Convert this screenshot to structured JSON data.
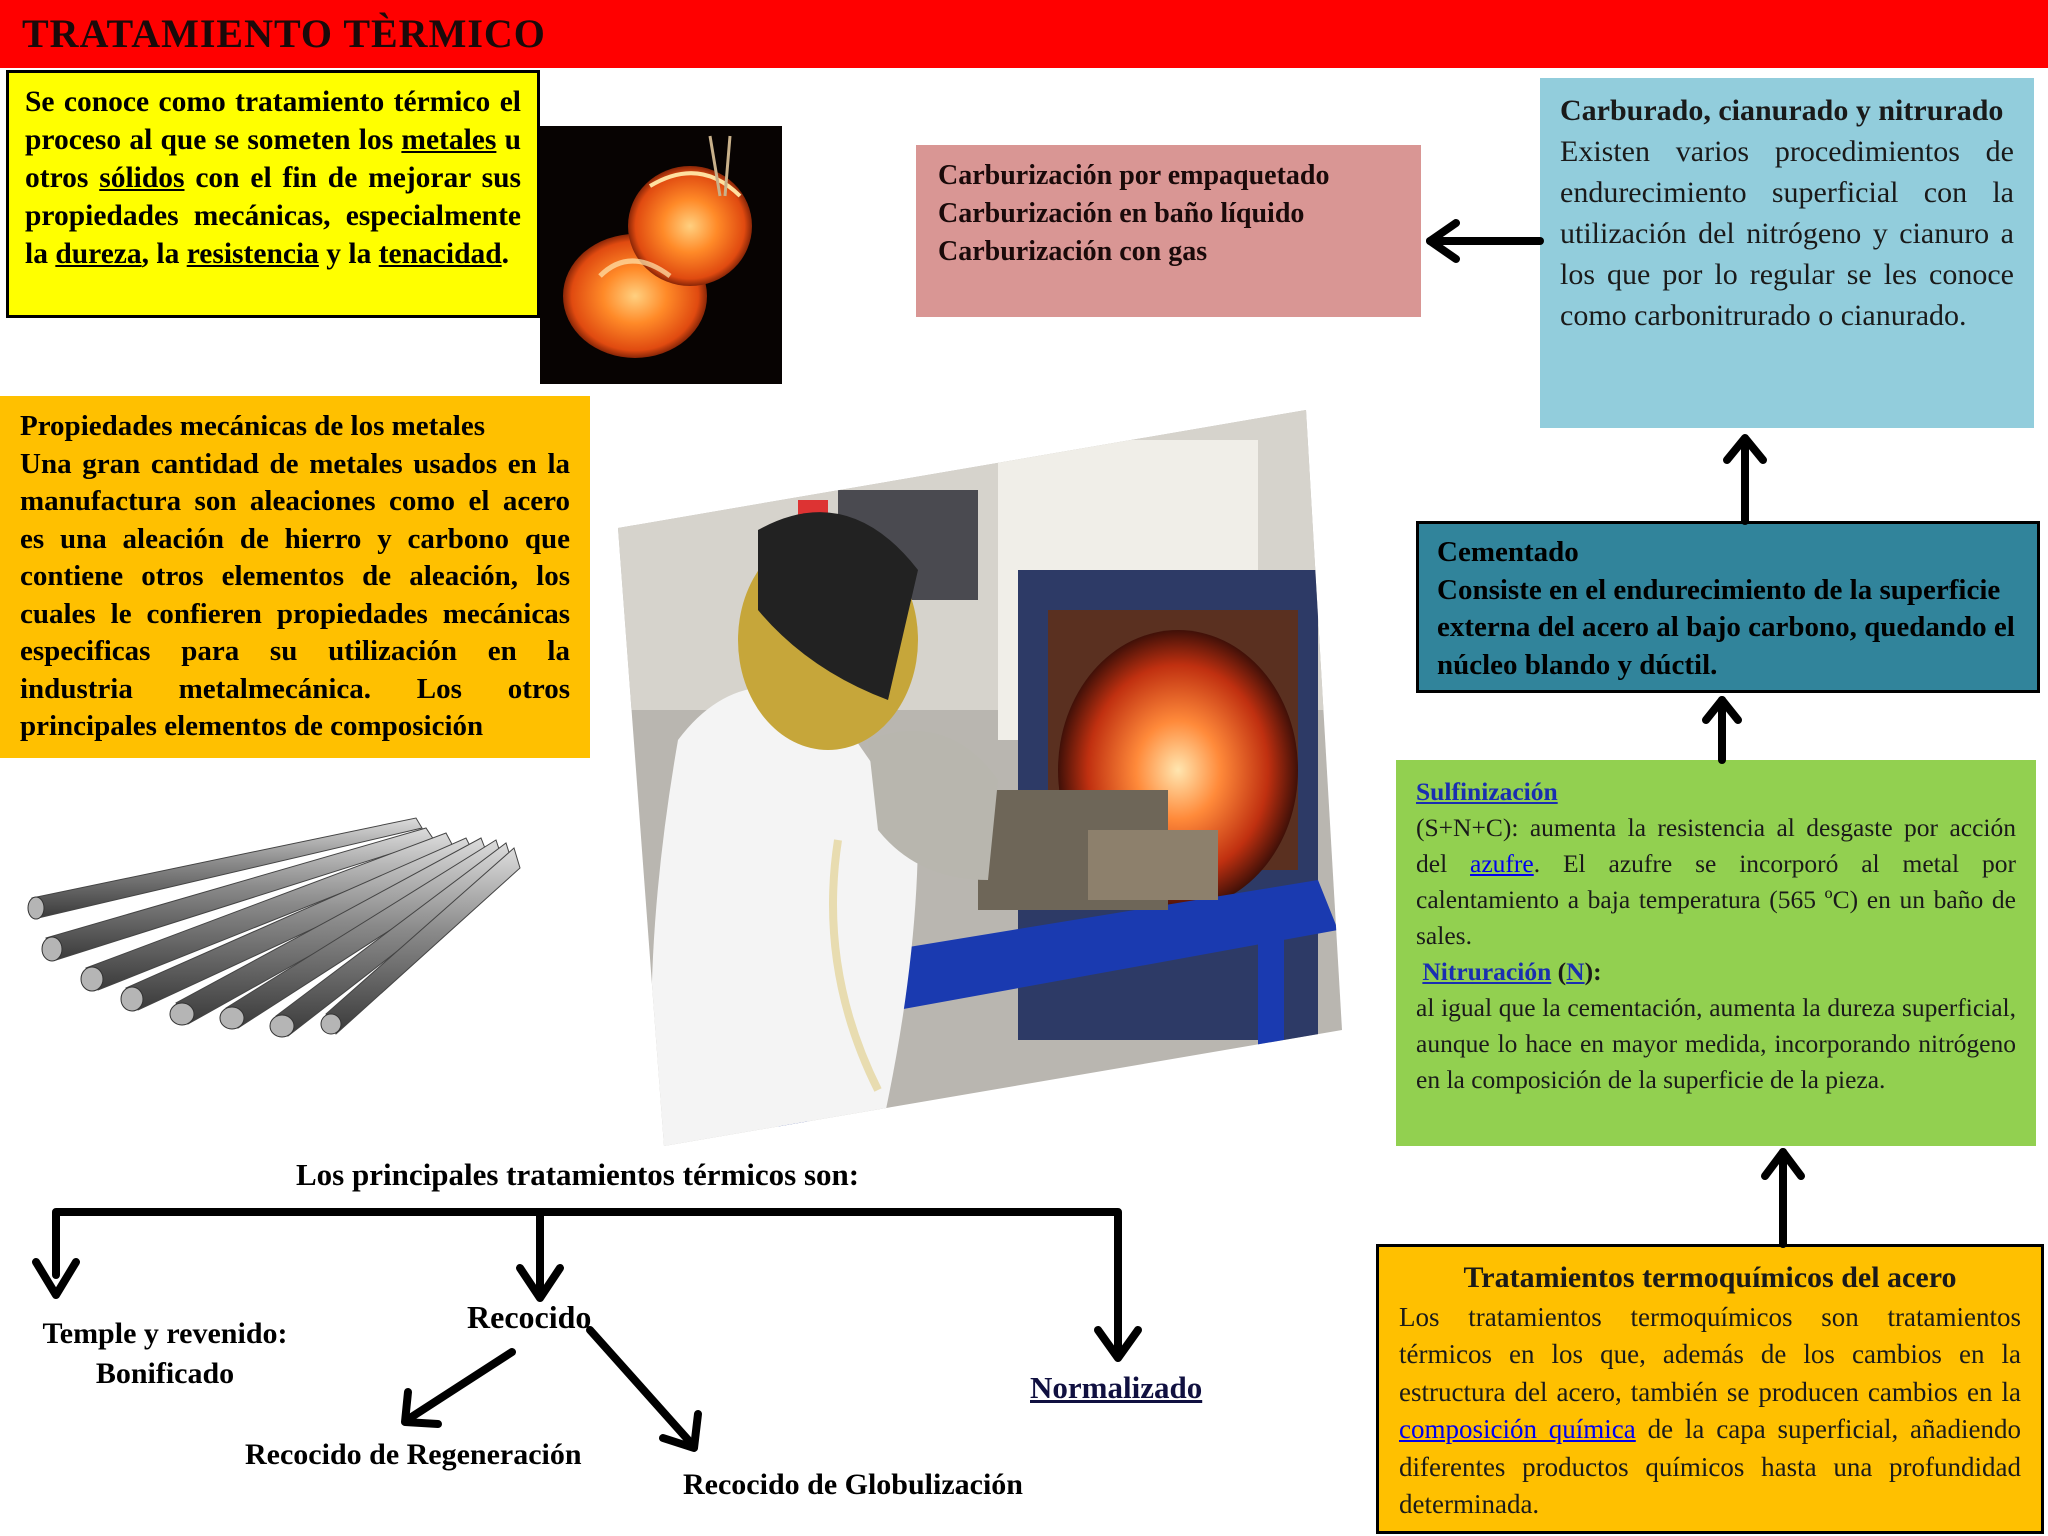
{
  "header": {
    "title": "TRATAMIENTO TÈRMICO"
  },
  "definition": {
    "p1": "Se conoce como ",
    "bold1": "tratamiento térmico",
    "p2": " el proceso al que se someten los ",
    "link_metales": "metales",
    "p3": " u otros ",
    "link_solidos": "sólidos",
    "p4": " con el fin de mejorar sus propiedades mecánicas, especialmente la ",
    "link_dureza": "dureza",
    "p5": ", la ",
    "link_resistencia": "resistencia",
    "p6": " y la ",
    "link_tenacidad": "tenacidad",
    "p7": "."
  },
  "properties": {
    "title": "Propiedades mecánicas de los metales",
    "body": "Una gran cantidad de metales usados en la manufactura son aleaciones como  el acero es una aleación de hierro y carbono que contiene otros elementos de aleación, los cuales le confieren propiedades mecánicas especificas para su utilización en la industria metalmecánica. Los otros principales elementos de composición"
  },
  "carburization": {
    "items": [
      "Carburización por empaquetado",
      "Carburización en baño líquido",
      "Carburización con gas"
    ]
  },
  "carburado": {
    "title": "Carburado, cianurado y nitrurado",
    "body": "Existen varios procedimientos de endurecimiento superficial con la utilización del nitrógeno y cianuro a los que por lo regular se les conoce como carbonitrurado o cianurado."
  },
  "cementado": {
    "title": "Cementado",
    "body": "Consiste en el endurecimiento de la superficie externa del acero al bajo carbono, quedando el núcleo blando y dúctil."
  },
  "sulfinizacion": {
    "title": "Sulfinización",
    "p1": " (S+N+C): aumenta la resistencia al desgaste por acción del ",
    "link_azufre": "azufre",
    "p2": ". El azufre se incorporó al metal por calentamiento a baja temperatura (565 ºC) en un baño de sales.",
    "nitruracion_title": "Nitruración",
    "nitruracion_open": " (",
    "nitruracion_symbol": "N",
    "nitruracion_close": "):",
    "nitruracion_body": "al igual que la cementación, aumenta la dureza superficial, aunque lo hace en mayor medida, incorporando nitrógeno en la composición de la superficie de la pieza."
  },
  "thermochemical": {
    "title": "Tratamientos termoquímicos del acero",
    "p1": "Los tratamientos termoquímicos son tratamientos térmicos en los que, además de los cambios en la estructura del acero, también se producen cambios en la ",
    "link": "composición química",
    "p2": " de la capa superficial, añadiendo diferentes productos químicos hasta una profundidad determinada."
  },
  "tree": {
    "heading": "Los principales tratamientos térmicos son:",
    "temple_line1": "Temple y revenido:",
    "temple_line2": "Bonificado",
    "recocido": "Recocido",
    "regeneracion": "Recocido de Regeneración",
    "globulizacion": "Recocido de Globulización",
    "normalizado": "Normalizado"
  },
  "colors": {
    "header": "#ff0000",
    "definition_bg": "#ffff00",
    "properties_bg": "#ffc000",
    "carburization_bg": "#d99694",
    "carburado_bg": "#92cddc",
    "cementado_bg": "#31849b",
    "sulfinizacion_bg": "#92d050",
    "thermochemical_bg": "#ffc000"
  }
}
